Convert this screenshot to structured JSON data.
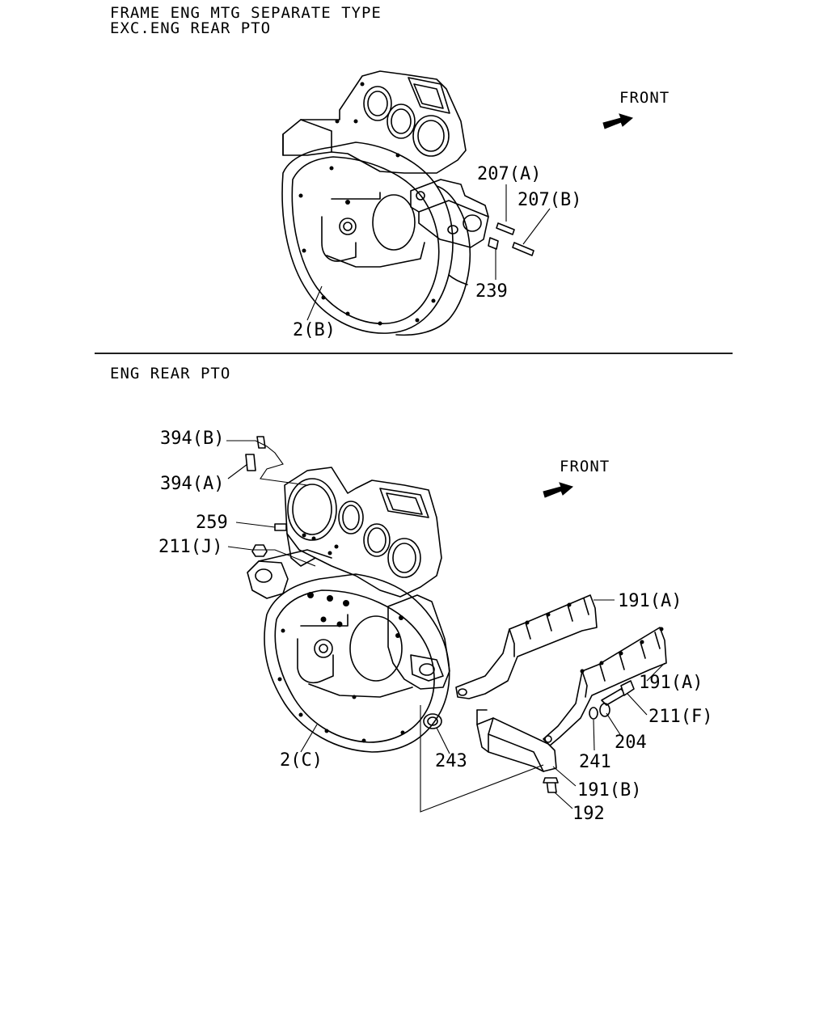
{
  "section_top": {
    "title_line1": "FRAME ENG MTG SEPARATE TYPE",
    "title_line2": "EXC.ENG REAR PTO",
    "front_label": "FRONT",
    "callouts": {
      "c207a": "207(A)",
      "c207b": "207(B)",
      "c239": "239",
      "c2b": "2(B)"
    }
  },
  "section_bottom": {
    "title": "ENG REAR PTO",
    "front_label": "FRONT",
    "callouts": {
      "c394b": "394(B)",
      "c394a": "394(A)",
      "c259": "259",
      "c211j": "211(J)",
      "c191a_1": "191(A)",
      "c191a_2": "191(A)",
      "c211f": "211(F)",
      "c204": "204",
      "c241": "241",
      "c191b": "191(B)",
      "c192": "192",
      "c243": "243",
      "c2c": "2(C)"
    }
  },
  "icons": [
    "front-arrow-icon",
    "flywheel-housing-icon",
    "bracket-icon",
    "stud-icon",
    "bolt-icon",
    "washer-icon"
  ]
}
